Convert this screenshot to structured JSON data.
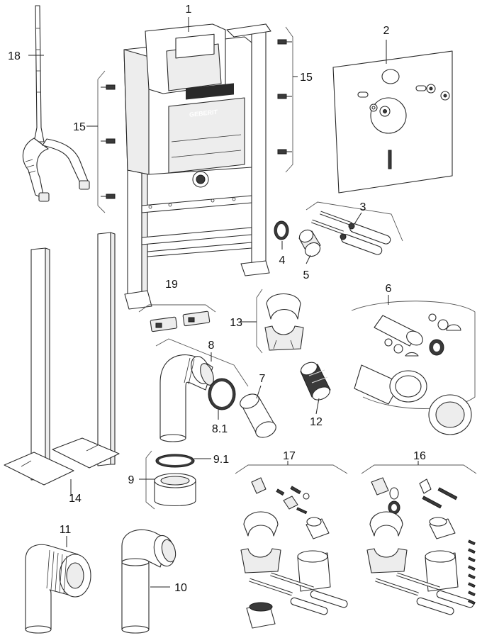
{
  "labels": {
    "l1": "1",
    "l2": "2",
    "l3": "3",
    "l4": "4",
    "l5": "5",
    "l6": "6",
    "l7": "7",
    "l8": "8",
    "l8_1": "8.1",
    "l9": "9",
    "l9_1": "9.1",
    "l10": "10",
    "l11": "11",
    "l12": "12",
    "l13": "13",
    "l14": "14",
    "l15a": "15",
    "l15b": "15",
    "l16": "16",
    "l17": "17",
    "l18": "18",
    "l19": "19"
  },
  "frame_logo": "GEBERIT"
}
